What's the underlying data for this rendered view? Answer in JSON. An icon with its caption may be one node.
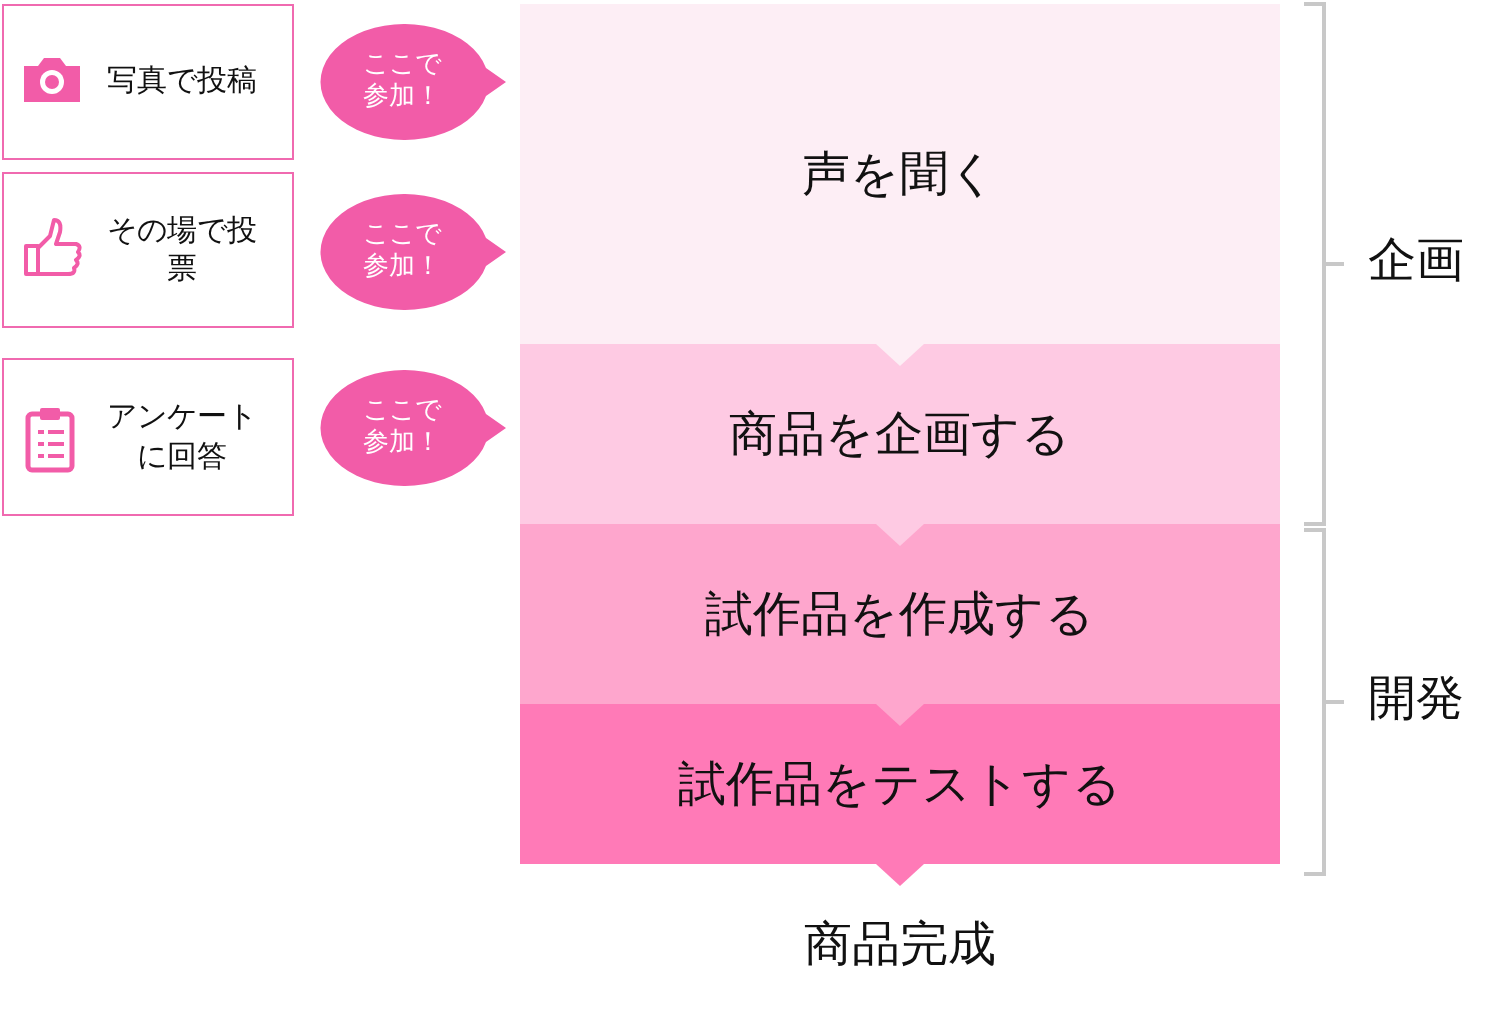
{
  "diagram": {
    "nodes": [
      {
        "text": [
          "写真で投稿"
        ]
      },
      {
        "text": [
          "ここで参加！"
        ]
      },
      {
        "text": [
          "その場で投票"
        ]
      },
      {
        "text": [
          "ここで参加！"
        ]
      },
      {
        "text": [
          "アンケートに回答"
        ]
      },
      {
        "text": [
          "ここで参加！"
        ]
      },
      {
        "text": [
          "声を聞く"
        ]
      },
      {
        "text": [
          "商品を企画する"
        ]
      },
      {
        "text": [
          "試作品を作成する"
        ]
      },
      {
        "text": [
          "試作品をテストする"
        ]
      },
      {
        "text": [
          "商品完成"
        ]
      }
    ],
    "edges": [
      {
        "from": 6,
        "to": 7,
        "arrow": "to"
      },
      {
        "from": 7,
        "to": 8,
        "arrow": "to"
      },
      {
        "from": 8,
        "to": 9,
        "arrow": "to"
      },
      {
        "from": 9,
        "to": 10,
        "arrow": "to"
      }
    ],
    "labels": [
      "企画",
      "開発"
    ]
  }
}
